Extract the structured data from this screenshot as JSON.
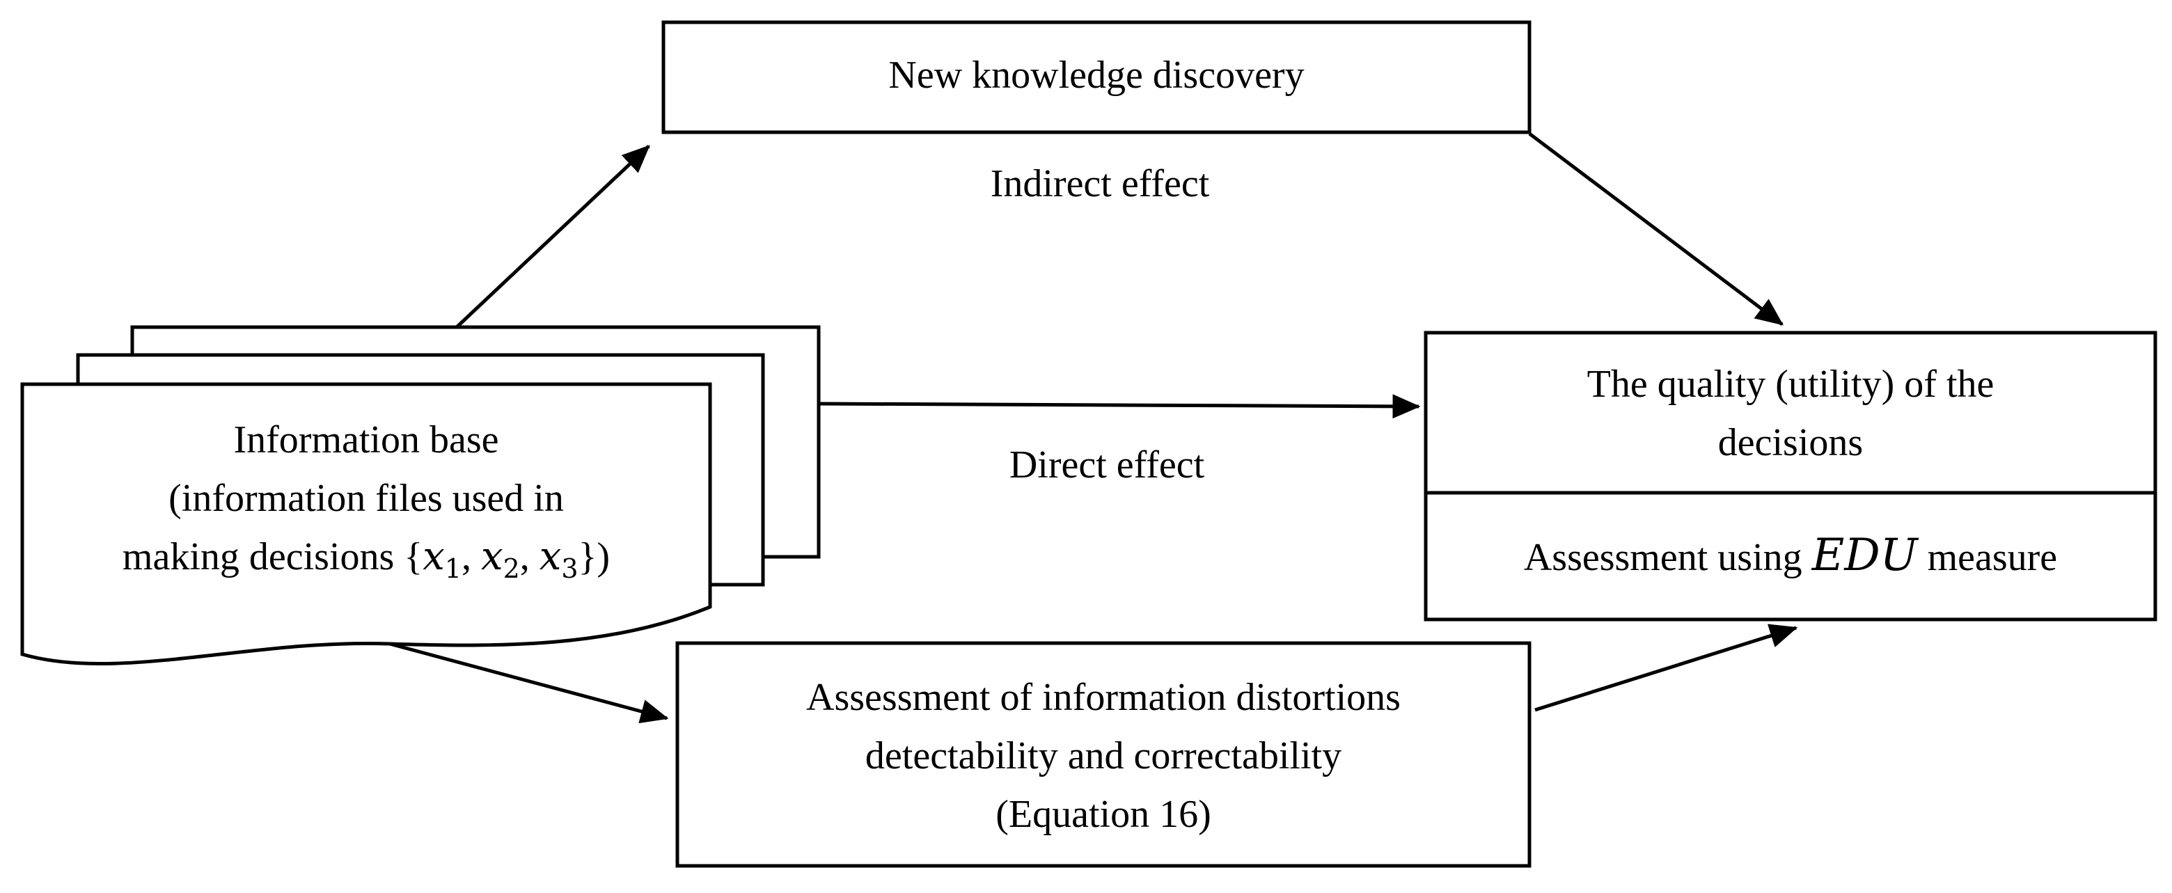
{
  "nodes": {
    "knowledge": {
      "label": "New knowledge discovery"
    },
    "information_base": {
      "line1": "Information base",
      "line2": "(information files used in",
      "line3_text": "making decisions ",
      "var_open": "{",
      "var_x1": "x",
      "sub_1": "1",
      "comma1": ", ",
      "var_x2": "x",
      "sub_2": "2",
      "comma2": ", ",
      "var_x3": "x",
      "sub_3": "3",
      "var_close": "})"
    },
    "quality": {
      "line1": "The quality (utility) of the",
      "line2": "decisions"
    },
    "edu": {
      "prefix": "Assessment using ",
      "measure": "EDU",
      "suffix": " measure"
    },
    "distortions": {
      "line1": "Assessment of information distortions",
      "line2": "detectability and correctability",
      "line3": "(Equation 16)"
    }
  },
  "edges": {
    "indirect": {
      "label": "Indirect effect"
    },
    "direct": {
      "label": "Direct effect"
    }
  }
}
